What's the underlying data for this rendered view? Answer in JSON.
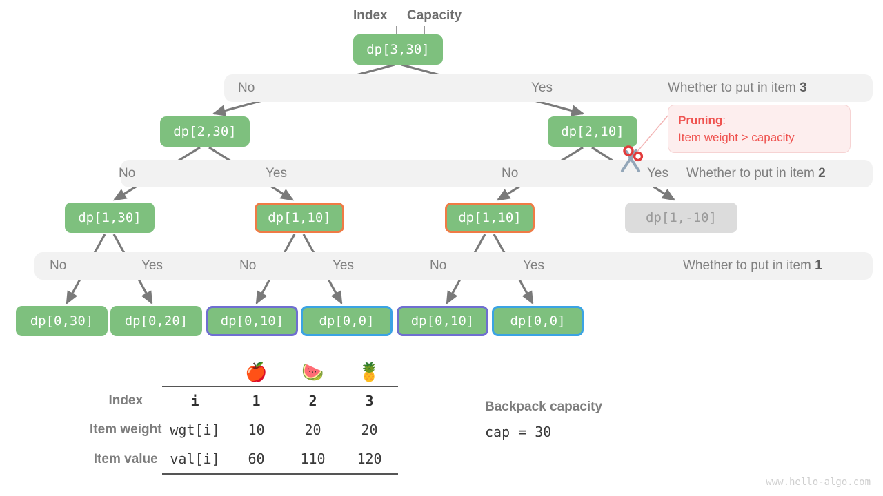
{
  "diagram": {
    "headers": [
      {
        "name": "index-header",
        "text": "Index"
      },
      {
        "name": "capacity-header",
        "text": "Capacity"
      }
    ],
    "decision_rows": [
      {
        "name": "decision-row-item3",
        "question": "Whether to put in item ",
        "item": "3",
        "branches": [
          {
            "label": "No"
          },
          {
            "label": "Yes"
          }
        ]
      },
      {
        "name": "decision-row-item2",
        "question": "Whether to put in item ",
        "item": "2",
        "branches": [
          {
            "label": "No"
          },
          {
            "label": "Yes"
          },
          {
            "label": "No"
          },
          {
            "label": "Yes"
          }
        ]
      },
      {
        "name": "decision-row-item1",
        "question": "Whether to put in item ",
        "item": "1",
        "branches": [
          {
            "label": "No"
          },
          {
            "label": "Yes"
          },
          {
            "label": "No"
          },
          {
            "label": "Yes"
          },
          {
            "label": "No"
          },
          {
            "label": "Yes"
          }
        ]
      }
    ],
    "nodes": {
      "root": {
        "label": "dp[3,30]",
        "state": "normal"
      },
      "level2": [
        {
          "label": "dp[2,30]",
          "state": "normal"
        },
        {
          "label": "dp[2,10]",
          "state": "normal"
        }
      ],
      "level3": [
        {
          "label": "dp[1,30]",
          "state": "normal"
        },
        {
          "label": "dp[1,10]",
          "state": "orange"
        },
        {
          "label": "dp[1,10]",
          "state": "orange"
        },
        {
          "label": "dp[1,-10]",
          "state": "muted"
        }
      ],
      "level4": [
        {
          "label": "dp[0,30]",
          "state": "normal"
        },
        {
          "label": "dp[0,20]",
          "state": "normal"
        },
        {
          "label": "dp[0,10]",
          "state": "purple"
        },
        {
          "label": "dp[0,0]",
          "state": "blue"
        },
        {
          "label": "dp[0,10]",
          "state": "purple"
        },
        {
          "label": "dp[0,0]",
          "state": "blue"
        }
      ]
    },
    "callout": {
      "name": "pruning-callout",
      "title": "Pruning",
      "colon": ":",
      "body": "Item weight > capacity",
      "color": "#ef5350"
    },
    "colors": {
      "node_green": "#7ec07e",
      "border_orange": "#ef7b45",
      "border_purple": "#6f6fd0",
      "border_blue": "#3ba3e3",
      "bar_gray": "#f2f2f2",
      "edge_gray": "#7a7a7a",
      "muted_gray": "#dcdcdc"
    }
  },
  "table": {
    "name": "items-table",
    "item_icons": [
      "🍎",
      "🍉",
      "🍍"
    ],
    "rows": [
      {
        "label": "Index",
        "key": "i",
        "values": [
          "1",
          "2",
          "3"
        ],
        "bold": true
      },
      {
        "label": "Item weight",
        "key": "wgt[i]",
        "values": [
          "10",
          "20",
          "20"
        ],
        "bold": false
      },
      {
        "label": "Item value",
        "key": "val[i]",
        "values": [
          "60",
          "110",
          "120"
        ],
        "bold": false
      }
    ]
  },
  "capacity": {
    "title": "Backpack capacity",
    "code": "cap = 30"
  },
  "watermark": "www.hello-algo.com"
}
